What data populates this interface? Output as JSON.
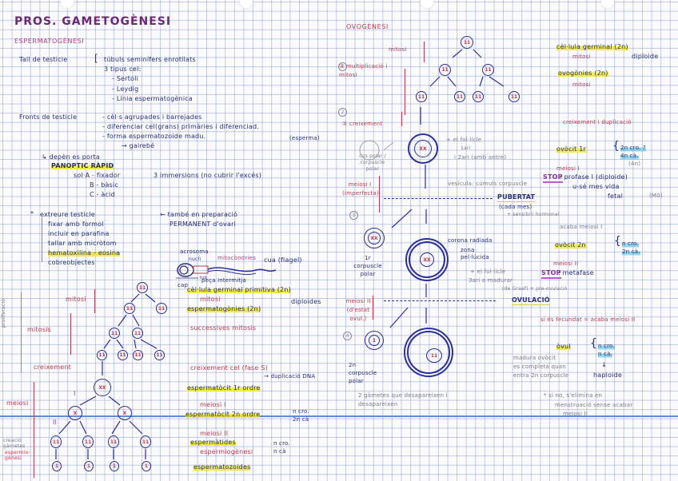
{
  "page": {
    "title": "PROS. GAMETOGÈNESI",
    "paper": {
      "grid_color": "#8c9fd2",
      "margin_line_color": "#5b8fd0",
      "background": "#fbfbfd"
    }
  },
  "colors": {
    "ink_blue": "#2b2f7a",
    "ink_red": "#c0394e",
    "ink_purple": "#6b2a72",
    "highlight_yellow": "#f0e828",
    "highlight_blue": "#5abee6",
    "stop_purple": "#8a2fb0"
  },
  "spermatogenesis": {
    "heading": "ESPERMATOGÈNESI",
    "tall_testicle": {
      "label": "Tall de testicle",
      "items": [
        "túbuls seminífers enrotllats",
        "3 tipus cel:",
        "- Sertoli",
        "- Leydig",
        "- Línia espermatogènica"
      ]
    },
    "fronts_testicle": {
      "label": "Fronts de testicle",
      "items": [
        "- cèl·s agrupades i barrejades",
        "- diferenciar cel(grans) primàries i diferenciad.",
        "- forma espermatozoide madu.",
        "(esperma)",
        "→ gairebé"
      ],
      "note1": "↳ depèn es porta",
      "note2": "PANOPTIC RÀPID",
      "solutions": [
        "sol·A - fixador",
        "B - bàsic",
        "C - àcid"
      ],
      "immersions": "3 immersions (no cubrir l'excés)"
    },
    "procedure": {
      "items": [
        "extreure testicle",
        "fixar amb formol",
        "incluir en parafina",
        "tallar amb micròtom",
        "hematoxilina - eosina",
        "cobreobjectes"
      ],
      "highlighted_index": 4,
      "side_note_1": "← també en preparació",
      "side_note_2": "PERMANENT d'ovari"
    },
    "sperm_diagram": {
      "labels": [
        "acrosoma",
        "nucli",
        "mitocòndries",
        "cua (flagel)",
        "cap",
        "tub",
        "peça intermitja"
      ]
    },
    "stages": [
      {
        "text": "cèl·lula germinal primitiva (2n)",
        "highlight": "yellow"
      },
      {
        "text": "mitosi",
        "color": "red"
      },
      {
        "text": "espermatogònies (2n)",
        "highlight": "yellow"
      },
      {
        "text": "diploides"
      },
      {
        "text": "successives mitosis",
        "color": "red"
      },
      {
        "text": "creixement cel (fase S)",
        "color": "red"
      },
      {
        "text": "→ duplicació DNA"
      },
      {
        "text": "espermatòcit 1r ordre",
        "highlight": "yellow"
      },
      {
        "text": "meiosi I",
        "color": "red"
      },
      {
        "text": "espermatòcit 2n ordre",
        "highlight": "yellow"
      },
      {
        "text": "n cro. 2n cà",
        "bracket": true
      },
      {
        "text": "meiosi II",
        "color": "red"
      },
      {
        "text": "espermàtides",
        "highlight": "yellow"
      },
      {
        "text": "espermiogènesi",
        "color": "red"
      },
      {
        "text": "n cro. n cà",
        "bracket": true
      },
      {
        "text": "espermatozoides",
        "highlight": "yellow"
      }
    ],
    "left_labels": [
      "mitosi",
      "mitosis",
      "creixement",
      "meiosi",
      "creació gàmetes",
      "espermio-gènesi",
      "proliferació"
    ],
    "roman": [
      "I",
      "II"
    ]
  },
  "oogenesis": {
    "heading": "OVOGÈNESI",
    "left_labels": [
      "mitosi",
      "① multiplicació i mitosi",
      "② creixement",
      "meiosi I (imperfecta)",
      "③",
      "meiosi II (d'estat ovul.)",
      "④"
    ],
    "polar_body_1": "cos polar / corpuscle polar",
    "polar_body_1b": "1r corpuscle polar",
    "polar_body_2": "2n corpuscle polar",
    "follicle_notes": [
      "+ el fol·licle",
      "1ari",
      "i 2ari (amb antre)",
      "vesícula: cúmuls corpuscle"
    ],
    "puberty": {
      "label": "PUBERTAT",
      "sub": "(cada mes)",
      "sub2": "+ sensibili hormonal"
    },
    "follicle_labels": [
      "corona radiada",
      "zona pel·lúcida",
      "+ el fol·licle",
      "3ari a madurar",
      "(de Graaf) + pre-ovulació"
    ],
    "ovulation": "OVULACIÓ",
    "gametes_note": "2 gàmetes que desapareixen i desapareixen",
    "right": {
      "germinal": {
        "text": "cèl·lula germinal (2n)",
        "highlight": "yellow"
      },
      "mitosi1": "mitosi",
      "diploid": "diploide",
      "oogonies": {
        "text": "ovogònies (2n)",
        "highlight": "yellow"
      },
      "mitosi2": "mitosi",
      "growth": "creixement i duplicació",
      "oocyte1": {
        "text": "ovòcit 1r",
        "highlight": "yellow"
      },
      "oocyte1_bracket": [
        "2n cro. ?",
        "4n cà.",
        "(4n)"
      ],
      "meiosis1": "meiosi I",
      "stop1": {
        "label": "STOP",
        "text": ": profase I (diploide)",
        "line2": "u-sé mes vida",
        "line3": "fetal",
        "note": "(M0)"
      },
      "completes": "acaba meiosi I",
      "oocyte2": {
        "text": "ovòcit 2n",
        "highlight": "yellow"
      },
      "oocyte2_bracket": [
        "n cro.",
        "2n cà."
      ],
      "meiosis2": "meiosi II",
      "stop2": {
        "label": "STOP",
        "text": ": metafase"
      },
      "fertilized": "si és fecundat = acaba meiosi II",
      "ovum": {
        "text": "òvul",
        "highlight": "yellow"
      },
      "ovum_bracket": [
        "n cro.",
        "n cà."
      ],
      "ovum_note": [
        "madura ovòcit",
        "es completa quan",
        "entra 2n corpuscle"
      ],
      "haploid": "haploide",
      "not_note": [
        "* si no, s'elimina en",
        "menstruació sense acabar",
        "meiosi II"
      ]
    }
  }
}
